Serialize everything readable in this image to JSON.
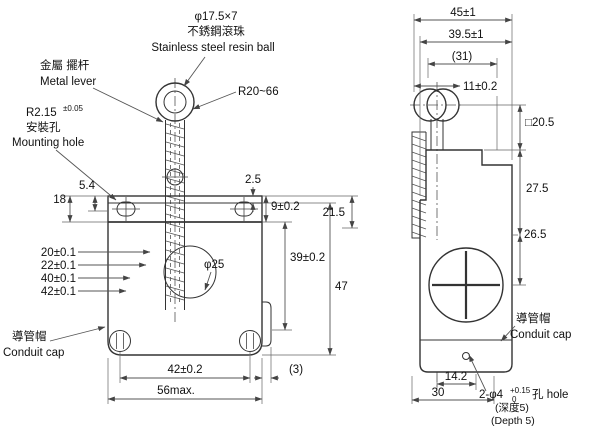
{
  "page": {
    "background": "#ffffff",
    "line_color": "#333333",
    "dim_color": "#555555",
    "text_color": "#111111"
  },
  "front_view": {
    "ball_dia": "φ17.5×7",
    "ball_cn": "不銹鋼滾珠",
    "ball_en": "Stainless steel resin ball",
    "lever_cn": "金屬 擺杆",
    "lever_en": "Metal lever",
    "lever_radius": "R20~66",
    "mount_r": "R2.15",
    "mount_r_tol": "±0.05",
    "mount_cn": "安裝孔",
    "mount_en": "Mounting hole",
    "dim_5_4": "5.4",
    "dim_18": "18",
    "dim_2_5": "2.5",
    "dim_9": "9±0.2",
    "dim_21_5": "21.5",
    "dim_20": "20±0.1",
    "dim_22": "22±0.1",
    "dim_40": "40±0.1",
    "dim_42_mount": "42±0.1",
    "dim_39": "39±0.2",
    "dim_47": "47",
    "dim_phi25": "φ25",
    "conduit_cn": "導管帽",
    "conduit_en": "Conduit cap",
    "dim_42_bottom": "42±0.2",
    "dim_3": "(3)",
    "dim_56": "56max."
  },
  "side_view": {
    "dim_45": "45±1",
    "dim_39_5": "39.5±1",
    "dim_31": "(31)",
    "dim_11": "11±0.2",
    "dim_20_5": "□20.5",
    "dim_27_5": "27.5",
    "dim_26_5": "26.5",
    "conduit_cn": "導管帽",
    "conduit_en": "Conduit cap",
    "dim_14_2": "14.2",
    "dim_30": "30",
    "hole_prefix": "2-φ4",
    "hole_tol_up": "+0.15",
    "hole_tol_dn": "0",
    "hole_suffix": "孔 hole",
    "hole_depth_cn": "(深度5)",
    "hole_depth_en": "(Depth 5)"
  }
}
